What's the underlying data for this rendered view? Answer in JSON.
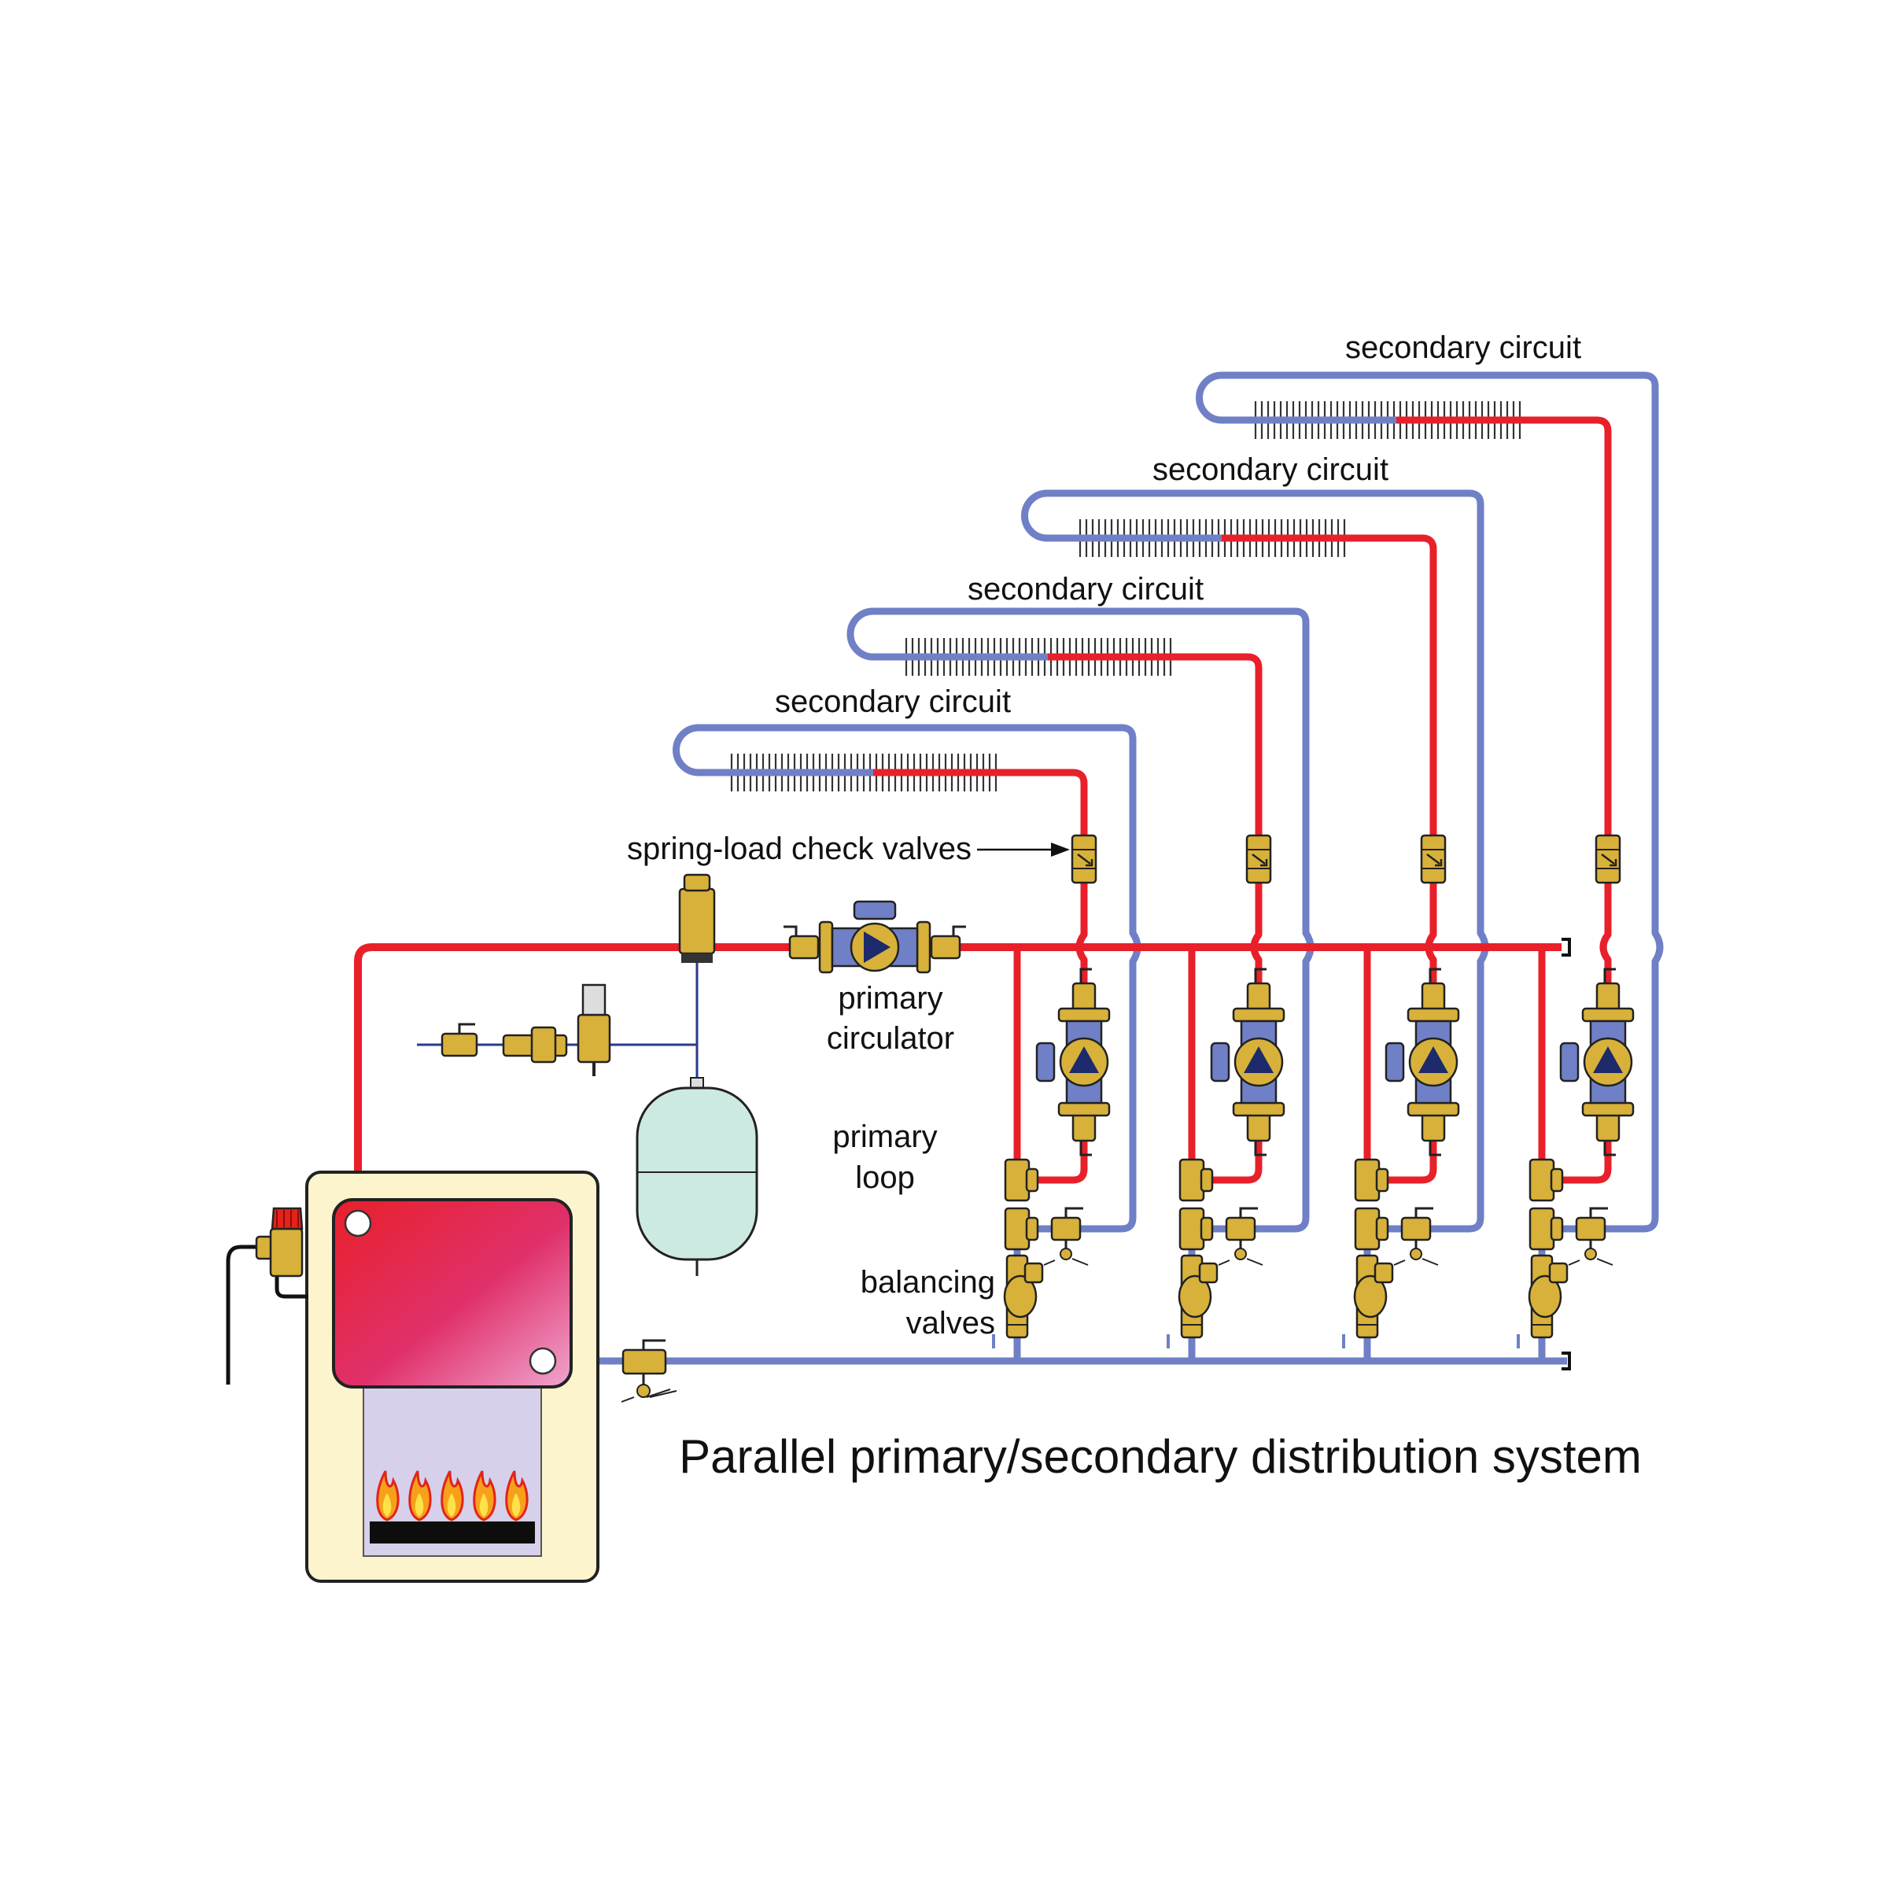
{
  "title": "Parallel primary/secondary distribution system",
  "labels": {
    "secondary_circuit": "secondary circuit",
    "check_valves": "spring-load check valves",
    "primary_circulator_1": "primary",
    "primary_circulator_2": "circulator",
    "primary_loop_1": "primary",
    "primary_loop_2": "loop",
    "balancing_valves_1": "balancing",
    "balancing_valves_2": "valves"
  },
  "colors": {
    "supply_pipe": "#e8202a",
    "return_pipe": "#6f80c6",
    "brass": "#d8b13a",
    "boiler_cabinet": "#fcf4cc",
    "flame": "#f7a11b",
    "expansion_tank": "#cdeae2"
  },
  "secondary_circuit_count": 4
}
